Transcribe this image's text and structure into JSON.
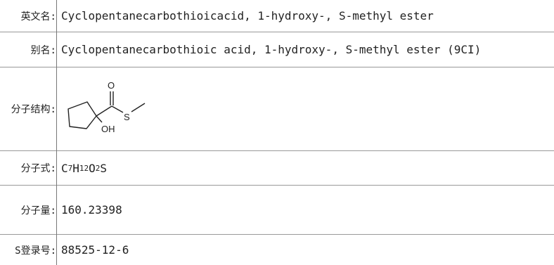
{
  "rows": {
    "english_name": {
      "label": "英文名:",
      "value": "Cyclopentanecarbothioicacid, 1-hydroxy-, S-methyl ester"
    },
    "alias": {
      "label": "别名:",
      "value": "Cyclopentanecarbothioic acid, 1-hydroxy-, S-methyl ester (9CI)"
    },
    "structure": {
      "label": "分子结构:",
      "atoms": {
        "o": "O",
        "s": "S",
        "oh": "OH"
      }
    },
    "formula": {
      "label": "分子式:",
      "parts": {
        "c": "C",
        "c_n": "7",
        "h": "H",
        "h_n": "12",
        "o": "O",
        "o_n": "2",
        "s": "S"
      }
    },
    "mass": {
      "label": "分子量:",
      "value": "160.23398"
    },
    "cas": {
      "label": "S登录号:",
      "value": "88525-12-6"
    }
  }
}
